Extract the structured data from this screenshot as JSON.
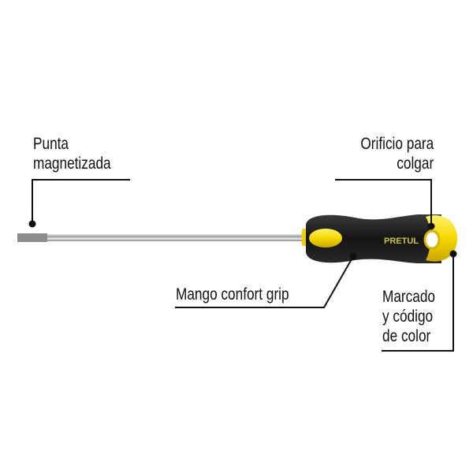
{
  "product": {
    "brand": "PRETUL",
    "colors": {
      "handle": "#1c1c1c",
      "accent": "#f5d800",
      "shaft": "#b8b8b8"
    }
  },
  "callouts": {
    "tip": {
      "line1": "Punta",
      "line2": "magnetizada"
    },
    "hole": {
      "line1": "Orificio para",
      "line2": "colgar"
    },
    "grip": {
      "line1": "Mango confort grip"
    },
    "marking": {
      "line1": "Marcado",
      "line2": "y código",
      "line3": "de color"
    }
  }
}
